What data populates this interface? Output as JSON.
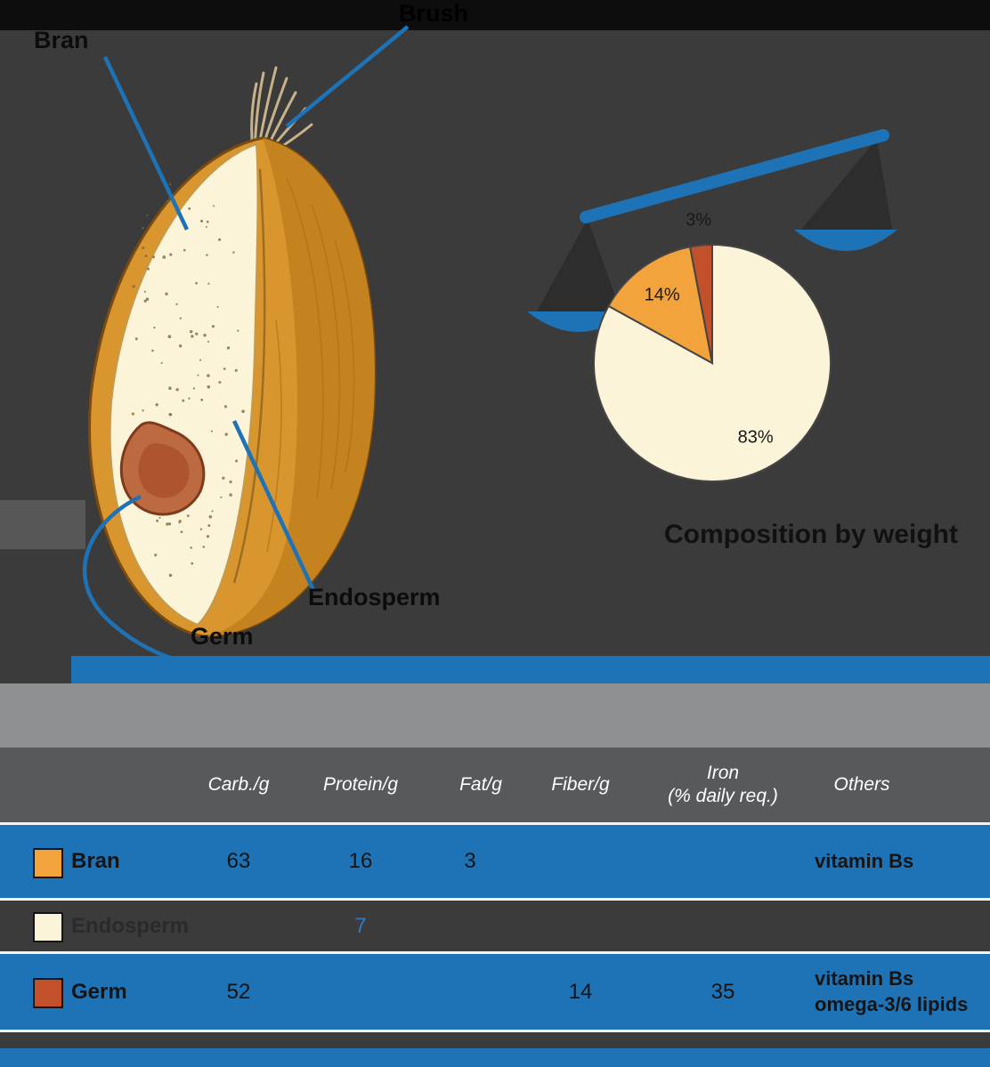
{
  "colors": {
    "accent_blue": "#1e73b7",
    "background_dark": "#3b3b3b",
    "top_band_black": "#0d0d0d",
    "table_header_gray": "#58595b",
    "light_gray_band": "#8f9092",
    "bran_orange": "#F3A33C",
    "endosperm_cream": "#FBF4D8",
    "germ_red": "#C1502B",
    "kernel_gold": "#D9962E"
  },
  "figure": {
    "kernel_labels": {
      "brush": "Brush",
      "bran": "Bran",
      "endosperm": "Endosperm",
      "germ": "Germ"
    },
    "pie_caption": "Composition by weight"
  },
  "chart_data": {
    "type": "pie",
    "title": "Composition by weight",
    "slices": [
      {
        "label": "Endosperm",
        "value": 83,
        "pct_label": "83%",
        "color": "#FBF4D8"
      },
      {
        "label": "Bran",
        "value": 14,
        "pct_label": "14%",
        "color": "#F3A33C"
      },
      {
        "label": "Germ",
        "value": 3,
        "pct_label": "3%",
        "color": "#C1502B"
      }
    ],
    "start_angle_deg": 0,
    "direction": "clockwise",
    "labels_on_slices": true,
    "legend": "none"
  },
  "table": {
    "header": {
      "carb": "Carb./g",
      "protein": "Protein/g",
      "fat": "Fat/g",
      "fiber": "Fiber/g",
      "iron_line1": "Iron",
      "iron_line2": "(% daily req.)",
      "others": "Others"
    },
    "rows": [
      {
        "name": "Bran",
        "swatch": "#F3A33C",
        "carb": "63",
        "protein": "16",
        "fat": "3",
        "fiber": "",
        "iron": "",
        "others1": "vitamin Bs",
        "others2": ""
      },
      {
        "name": "Endosperm",
        "swatch": "#FBF4D8",
        "carb": "",
        "protein": "7",
        "fat": "",
        "fiber": "",
        "iron": "",
        "others1": "",
        "others2": ""
      },
      {
        "name": "Germ",
        "swatch": "#C1502B",
        "carb": "52",
        "protein": "",
        "fat": "",
        "fiber": "14",
        "iron": "35",
        "others1": "vitamin Bs",
        "others2": "omega-3/6 lipids"
      }
    ]
  }
}
